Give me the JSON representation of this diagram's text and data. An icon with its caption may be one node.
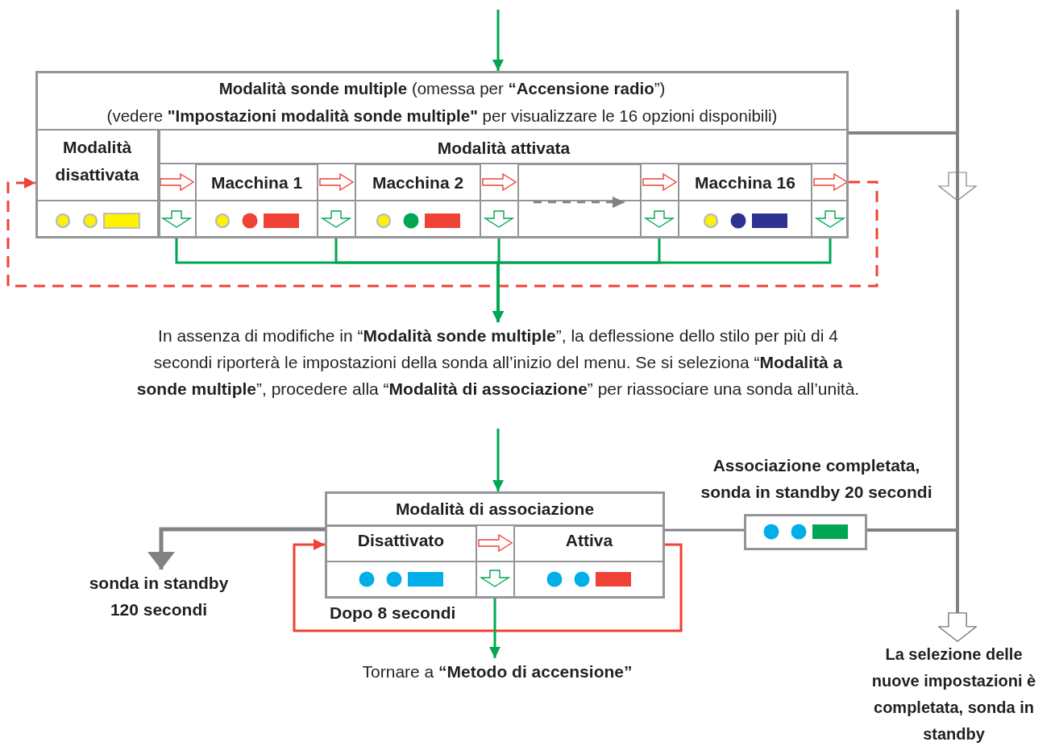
{
  "diagram": {
    "nodes": [
      {
        "text": [
          "**Modalità sonde multiple** (omessa per **“Accensione radio**”)",
          "(vedere **\"Impostazioni modalità sonde multiple\"** per visualizzare le 16 opzioni disponibili)"
        ]
      },
      {
        "text": [
          "Modalità disattivata"
        ],
        "in": 0
      },
      {
        "text": [
          "Modalità attivata"
        ],
        "in": 0
      },
      {
        "text": [
          "Macchina 1"
        ],
        "in": 2
      },
      {
        "text": [
          "Macchina 2"
        ],
        "in": 2
      },
      {
        "text": [],
        "shape": "box",
        "in": 2
      },
      {
        "text": [
          "Macchina 16"
        ],
        "in": 2
      },
      {
        "text": [
          "In assenza di modifiche in “**Modalità sonde multiple**”, la deflessione dello stilo per più di 4 secondi riporterà le impostazioni della sonda all’inizio del menu. Se si seleziona “**Modalità a sonde multiple**”, procedere alla “**Modalità di associazione**” per riassociare una sonda all’unità."
        ]
      },
      {
        "text": [
          "Modalità di associazione"
        ]
      },
      {
        "text": [
          "Disattivato"
        ],
        "in": 8
      },
      {
        "text": [
          "Attiva"
        ],
        "in": 8
      },
      {
        "text": [
          "Tornare a **“Metodo di accensione”**"
        ]
      },
      {
        "text": [
          "sonda in standby 120 secondi"
        ]
      },
      {
        "text": [],
        "shape": "box",
        "beside": [
          "Associazione completata, sonda in standby 20 secondi"
        ]
      },
      {
        "text": [
          "La selezione delle nuove impostazioni è completata, sonda in standby"
        ]
      }
    ],
    "edges": [
      {
        "from": null,
        "to": 0,
        "arrow": "to"
      },
      {
        "from": 1,
        "to": 3,
        "arrow": "to",
        "color": "#ef4136"
      },
      {
        "from": 3,
        "to": 4,
        "arrow": "to",
        "color": "#ef4136"
      },
      {
        "from": 4,
        "to": 5,
        "arrow": "to",
        "color": "#ef4136"
      },
      {
        "from": 5,
        "to": 6,
        "arrow": "to",
        "color": "#ef4136"
      },
      {
        "from": 6,
        "to": 1,
        "arrow": "to",
        "style": "dashed",
        "color": "#ef4136"
      },
      {
        "from": 1,
        "to": 7,
        "arrow": "to"
      },
      {
        "from": 3,
        "to": 7,
        "arrow": "to"
      },
      {
        "from": 4,
        "to": 7,
        "arrow": "to"
      },
      {
        "from": 5,
        "to": 7,
        "arrow": "to"
      },
      {
        "from": 6,
        "to": 7,
        "arrow": "to"
      },
      {
        "from": 7,
        "to": 8,
        "arrow": "to"
      },
      {
        "from": 9,
        "to": 10,
        "arrow": "to",
        "color": "#ef4136"
      },
      {
        "from": 10,
        "to": 9,
        "arrow": "to",
        "label": "Dopo 8 secondi",
        "color": "#ef4136"
      },
      {
        "from": 8,
        "to": 11,
        "arrow": "to"
      },
      {
        "from": 8,
        "to": 12,
        "arrow": "to",
        "color": "#808285"
      },
      {
        "from": 8,
        "to": 13,
        "arrow": "none",
        "color": "#808285"
      },
      {
        "from": null,
        "to": 14,
        "arrow": "to",
        "color": "#808285"
      },
      {
        "from": 0,
        "to": 14,
        "arrow": "to",
        "color": "#808285"
      },
      {
        "from": 13,
        "to": 14,
        "arrow": "to",
        "color": "#808285"
      }
    ]
  }
}
